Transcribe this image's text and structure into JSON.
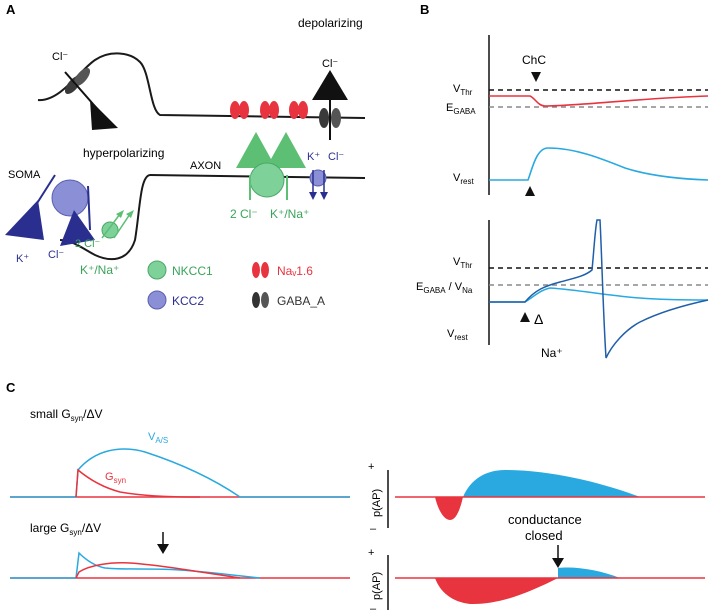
{
  "panels": {
    "a": "A",
    "b": "B",
    "c": "C"
  },
  "panel_a": {
    "depolarizing": "depolarizing",
    "hyperpolarizing": "hyperpolarizing",
    "soma": "SOMA",
    "axon": "AXON",
    "cl_top_left": "Cl⁻",
    "cl_top_right": "Cl⁻",
    "k_axon": "K⁺",
    "cl_axon": "Cl⁻",
    "k_soma": "K⁺",
    "cl_soma": "Cl⁻",
    "two_cl_soma": "2 Cl⁻",
    "k_na_soma": "K⁺/Na⁺",
    "two_cl_axon": "2 Cl⁻",
    "k_na_axon": "K⁺/Na⁺",
    "legend": [
      {
        "label": "NKCC1",
        "color": "#5cbf74",
        "icon": "nkcc1-circle-icon"
      },
      {
        "label": "KCC2",
        "color": "#8b8fd6",
        "icon": "kcc2-circle-icon"
      },
      {
        "label": "Naᵥ1.6",
        "color": "#e8343f",
        "icon": "nav-channel-icon"
      },
      {
        "label": "GABA_A",
        "color": "#444444",
        "icon": "gaba-channel-icon"
      }
    ]
  },
  "panel_b": {
    "chc": "ChC",
    "top": {
      "v_thr": "V",
      "v_thr_sub": "Thr",
      "e_gaba": "E",
      "e_gaba_sub": "GABA",
      "v_rest": "V",
      "v_rest_sub": "rest"
    },
    "bottom": {
      "v_thr": "V",
      "v_thr_sub": "Thr",
      "e_label": "E",
      "e_label_sub": "GABA",
      "e_label_mid": " / V",
      "e_label_sub2": "Na",
      "v_rest": "V",
      "v_rest_sub": "rest",
      "na": "Na⁺",
      "delta": "Δ"
    }
  },
  "panel_c": {
    "small_title": "small G",
    "small_title_sub": "syn",
    "small_title_end": "/ΔV",
    "large_title": "large G",
    "large_title_sub": "syn",
    "large_title_end": "/ΔV",
    "v_as": "V",
    "v_as_sub": "A/S",
    "g_syn": "G",
    "g_syn_sub": "syn",
    "p_ap": "p(AP)",
    "plus": "+",
    "minus": "–",
    "conductance": "conductance",
    "closed": "closed"
  },
  "colors": {
    "red": "#e8343f",
    "blue": "#29a9df",
    "dark_blue": "#1f5ea8",
    "green": "#5cbf74",
    "purple": "#8b8fd6",
    "navy": "#2a2f8f"
  }
}
